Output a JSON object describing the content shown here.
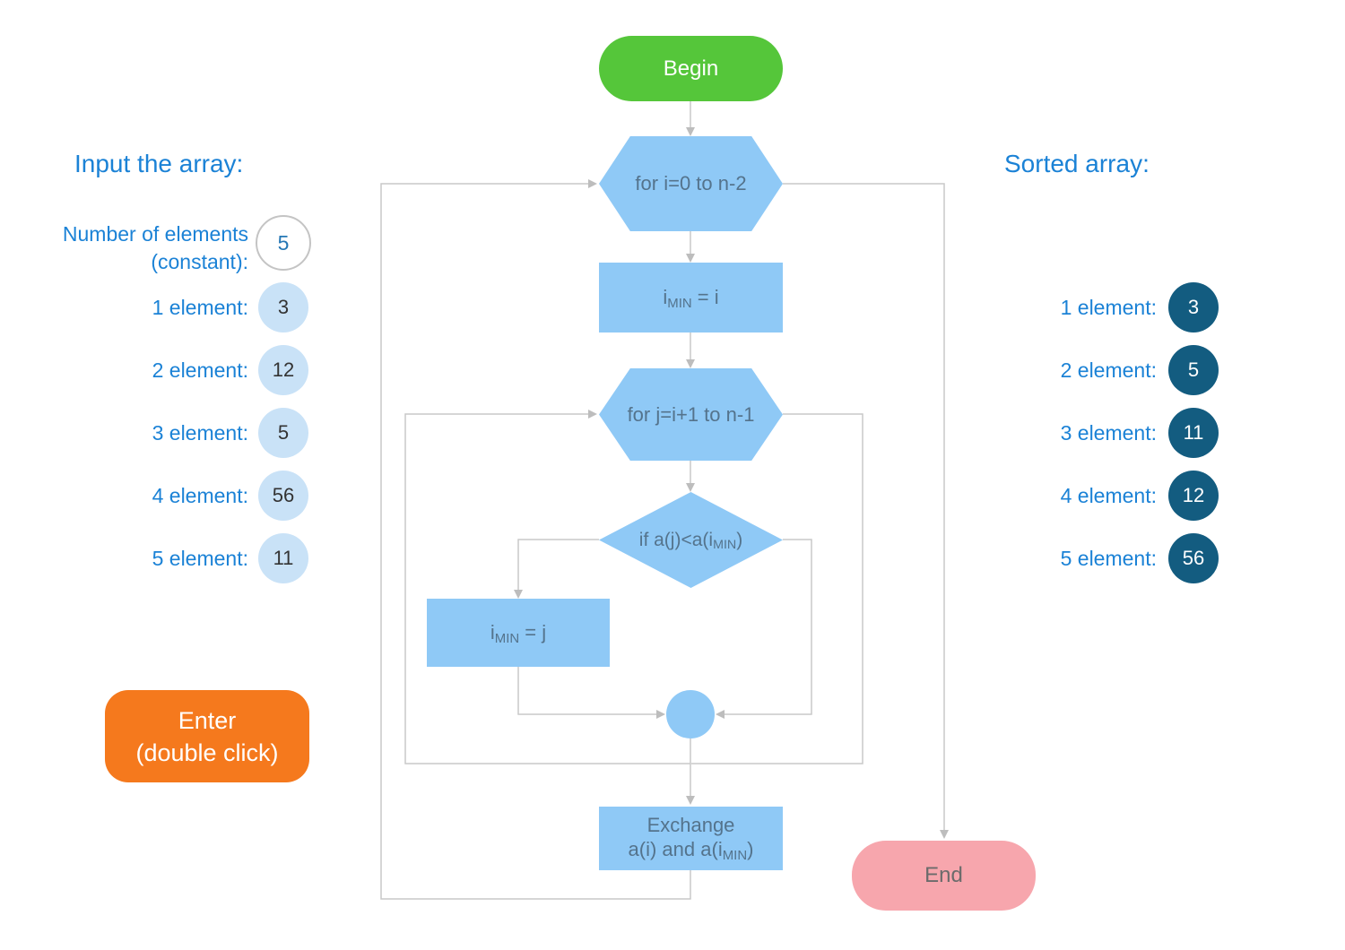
{
  "left_panel": {
    "heading": "Input the array:",
    "count": {
      "label_line1": "Number of elements",
      "label_line2": "(constant):",
      "value": "5"
    },
    "items": [
      {
        "label": "1 element:",
        "value": "3"
      },
      {
        "label": "2 element:",
        "value": "12"
      },
      {
        "label": "3 element:",
        "value": "5"
      },
      {
        "label": "4 element:",
        "value": "56"
      },
      {
        "label": "5 element:",
        "value": "11"
      }
    ],
    "enter_button": {
      "line1": "Enter",
      "line2": "(double click)"
    }
  },
  "right_panel": {
    "heading": "Sorted array:",
    "items": [
      {
        "label": "1 element:",
        "value": "3"
      },
      {
        "label": "2 element:",
        "value": "5"
      },
      {
        "label": "3 element:",
        "value": "11"
      },
      {
        "label": "4 element:",
        "value": "12"
      },
      {
        "label": "5 element:",
        "value": "56"
      }
    ]
  },
  "flowchart": {
    "begin_label": "Begin",
    "outer_loop_label": "for i=0 to n-2",
    "assign_min_i": {
      "pre": "i",
      "sub": "MIN",
      "post": " = i"
    },
    "inner_loop_label": "for j=i+1 to n-1",
    "condition": {
      "pre": "if a(j)<a(i",
      "sub": "MIN",
      "post": ")"
    },
    "assign_min_j": {
      "pre": "i",
      "sub": "MIN",
      "post": " = j"
    },
    "exchange": {
      "line1": "Exchange",
      "line2_pre": "a(i) and a(i",
      "line2_sub": "MIN",
      "line2_post": ")"
    },
    "end_label": "End"
  },
  "colors": {
    "heading_blue": "#1B82D6",
    "shape_blue": "#8FC9F6",
    "shape_text": "#54738C",
    "begin_green": "#55C63A",
    "end_pink": "#F7A6AD",
    "enter_orange": "#F5791D",
    "input_circle_blue": "#C9E2F7",
    "sorted_circle_teal": "#135C80",
    "connector_gray": "#C9C9C9"
  }
}
